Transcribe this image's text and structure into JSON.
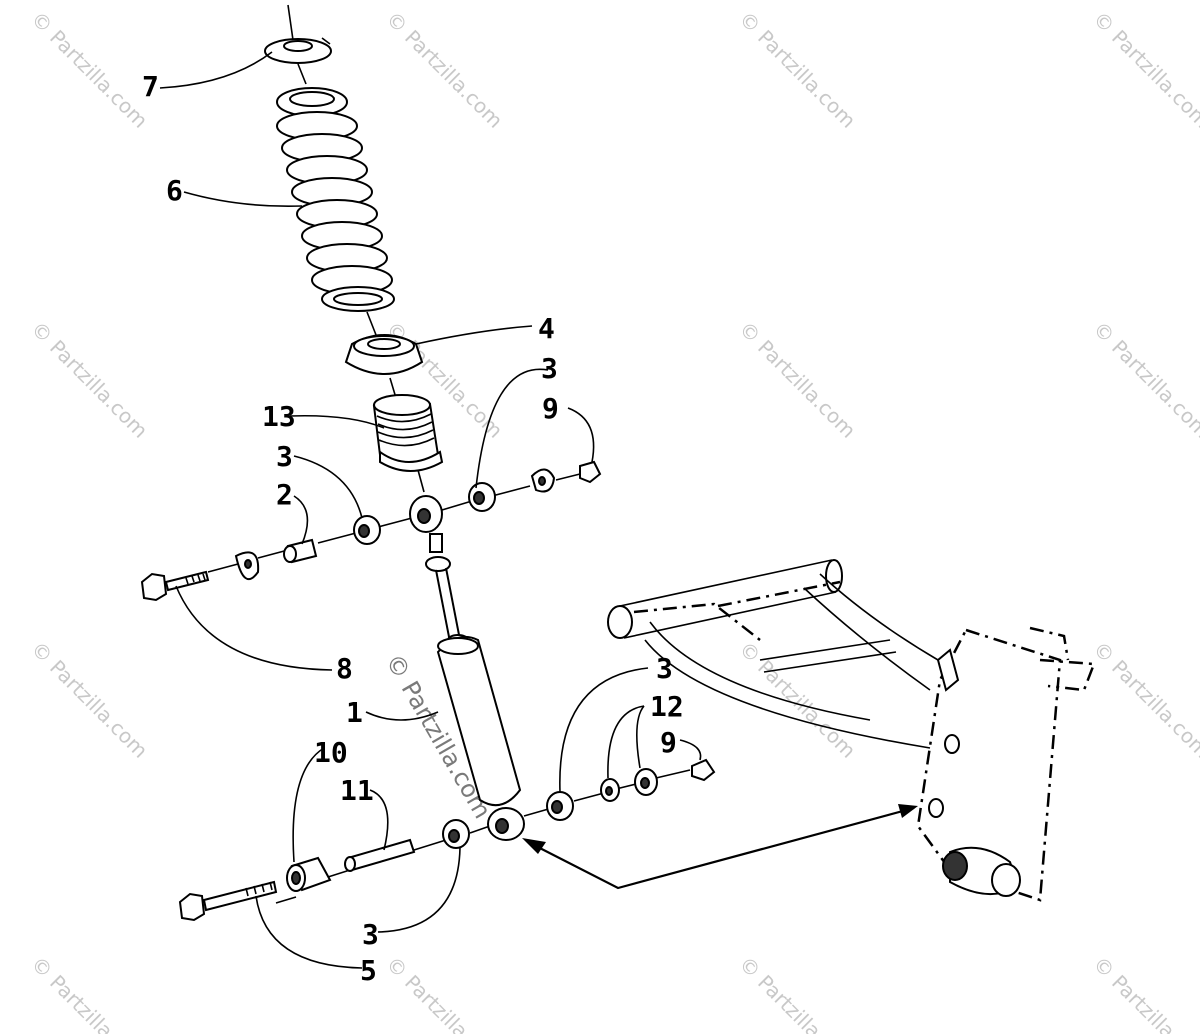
{
  "watermark": "© Partzilla.com",
  "callouts": {
    "c1": "1",
    "c2": "2",
    "c3a": "3",
    "c3b": "3",
    "c3c": "3",
    "c3d": "3",
    "c4": "4",
    "c5": "5",
    "c6": "6",
    "c7": "7",
    "c8": "8",
    "c9a": "9",
    "c9b": "9",
    "c10": "10",
    "c11": "11",
    "c12": "12",
    "c13": "13"
  },
  "colors": {
    "line": "#000000",
    "watermark": "#c8c8c8",
    "background": "#ffffff"
  }
}
